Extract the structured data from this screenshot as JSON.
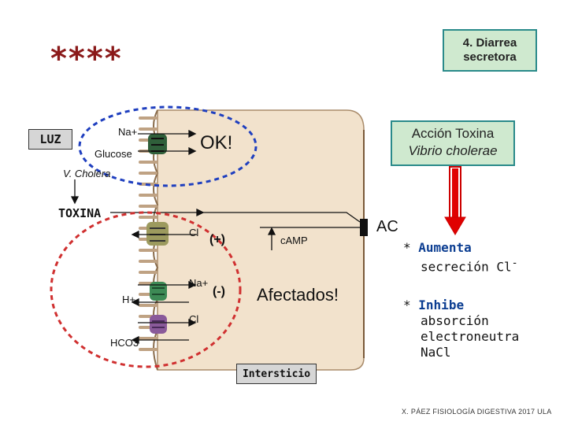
{
  "title_box": {
    "text": "4. Diarrea\nsecretora"
  },
  "stars": "****",
  "luz_label": "LUZ",
  "toxina_label": "TOXINA",
  "ok_label": "OK!",
  "accion_box": {
    "line1": "Acción Toxina",
    "line2": "Vibrio cholerae"
  },
  "ac_label": "AC",
  "effects": {
    "aumenta_bullet": "*",
    "aumenta_word": "Aumenta",
    "aumenta_rest": "secreción Cl",
    "aumenta_sup": "-",
    "inhibe_bullet": "*",
    "inhibe_word": "Inhibe",
    "inhibe_line2": "absorción",
    "inhibe_line3": "electroneutra",
    "inhibe_line4": "NaCl"
  },
  "afectados_label": "Afectados!",
  "plus_label": "(+)",
  "minus_label": "(-)",
  "camp_label": "cAMP",
  "intersticio_label": "Intersticio",
  "ions": {
    "na_top": "Na+",
    "glucose": "Glucose",
    "v_cholera": "V. Cholera",
    "cl_top": "Cl",
    "na_mid": "Na+",
    "h_plus": "H+",
    "cl_bottom": "Cl",
    "hco3": "HCO3"
  },
  "footer": "X. PÁEZ  FISIOLOGÍA DIGESTIVA 2017 ULA",
  "colors": {
    "teal_border": "#2a8a8a",
    "green_fill": "#cfe9cf",
    "blue_dash": "#1f3fbf",
    "red_dash": "#d03030",
    "red_arrow": "#e00000",
    "cell": "#f2e2cc"
  }
}
